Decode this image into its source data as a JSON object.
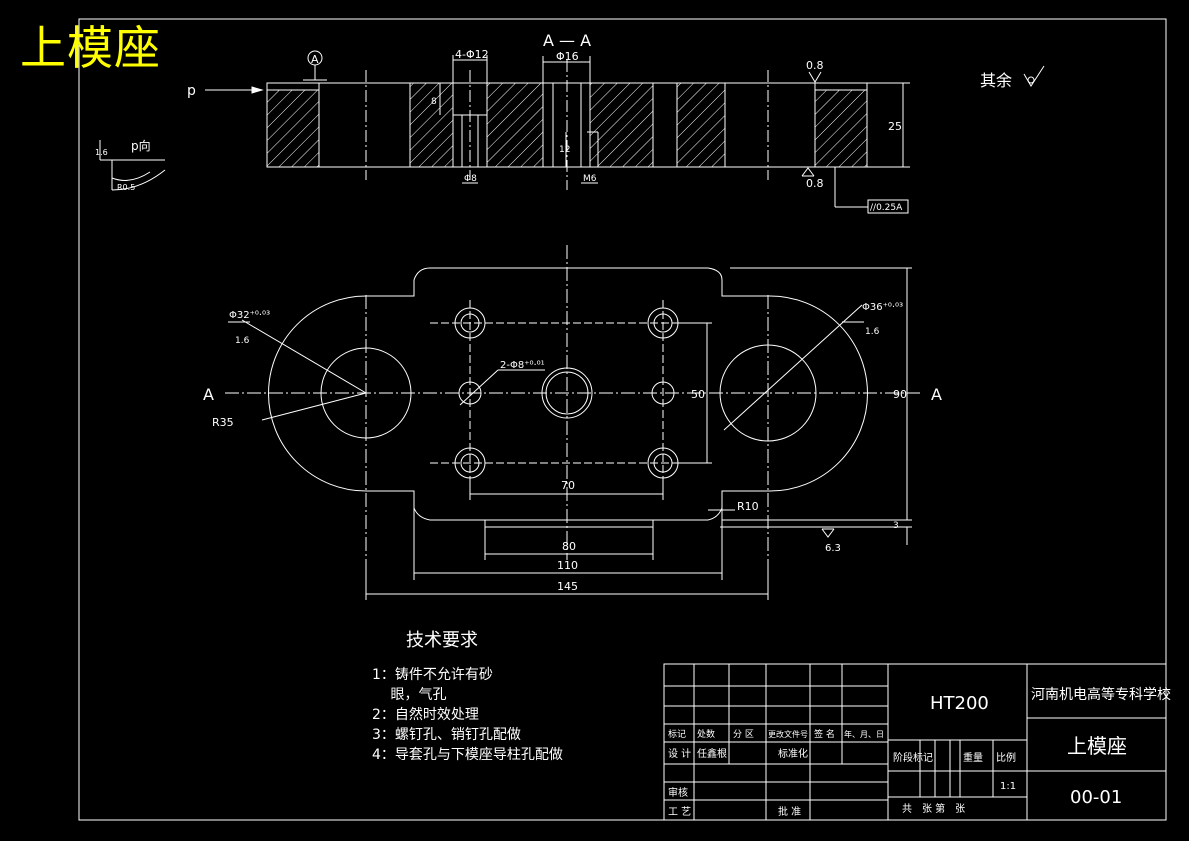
{
  "title_big": "上模座",
  "section": {
    "label": "A — A",
    "p_label": "p",
    "roughness_top_left": "0.8",
    "roughness_bottom_right": "0.8",
    "datum": "A",
    "dims": {
      "holes": "4-Φ12",
      "center_hole": "Φ16",
      "depth8": "8",
      "phi8": "Φ8",
      "m6": "M6",
      "d12": "12",
      "thickness": "25",
      "parallel": "//0.25A"
    }
  },
  "rest_roughness": "其余",
  "p_view": {
    "label": "p向",
    "d16": "1.6",
    "r": "R0.5"
  },
  "plan": {
    "phi32": "Φ32⁺⁰·⁰³",
    "phi32_r": "1.6",
    "phi36": "Φ36⁺⁰·⁰³",
    "phi36_r": "1.6",
    "pins": "2-Φ8⁺⁰·⁰¹",
    "r35": "R35",
    "r10": "R10",
    "a_left": "A",
    "a_right": "A",
    "dim50": "50",
    "dim90": "90",
    "dim70": "70",
    "dim80": "80",
    "dim110": "110",
    "dim145": "145",
    "dim3": "3",
    "roughness": "6.3"
  },
  "tech": {
    "heading": "技术要求",
    "items": [
      "1：铸件不允许有砂",
      "　 眼，气孔",
      "2：自然时效处理",
      "3：螺钉孔、销钉孔配做",
      "4：导套孔与下模座导柱孔配做"
    ]
  },
  "title_block": {
    "material": "HT200",
    "school": "河南机电高等专科学校",
    "part_name": "上模座",
    "drawing_no": "00-01",
    "scale": "1:1",
    "row_headers": [
      "标记",
      "处数",
      "分 区",
      "更改文件号",
      "签 名",
      "年、月、日"
    ],
    "design": "设 计",
    "designer": "任鑫根",
    "standardize": "标准化",
    "review": "审核",
    "process": "工 艺",
    "approve": "批 准",
    "stage": "阶段标记",
    "weight": "重量",
    "ratio": "比例",
    "sheets": "共　张 第　张"
  }
}
